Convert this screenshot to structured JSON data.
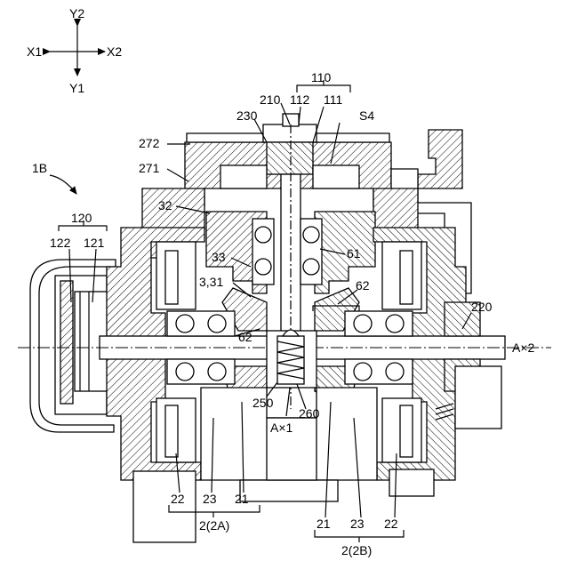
{
  "axes": {
    "y_top": "Y2",
    "y_bottom": "Y1",
    "x_left": "X1",
    "x_right": "X2"
  },
  "labels": {
    "unit": "1B",
    "l110": "110",
    "l210": "210",
    "l112": "112",
    "l111": "111",
    "l230": "230",
    "lS4": "S4",
    "l272": "272",
    "l271": "271",
    "l32": "32",
    "l120": "120",
    "l122": "122",
    "l121": "121",
    "l33": "33",
    "l3_31": "3,31",
    "l61": "61",
    "l62_right": "62",
    "l62_left": "62",
    "l220": "220",
    "axis_a": "A×2",
    "l250": "250",
    "l260": "260",
    "axis_a1": "A×1",
    "l22_left": "22",
    "l23_left": "23",
    "l21_left": "21",
    "l2_2A": "2(2A)",
    "l21_right": "21",
    "l23_right": "23",
    "l22_right": "22",
    "l2_2B": "2(2B)"
  }
}
